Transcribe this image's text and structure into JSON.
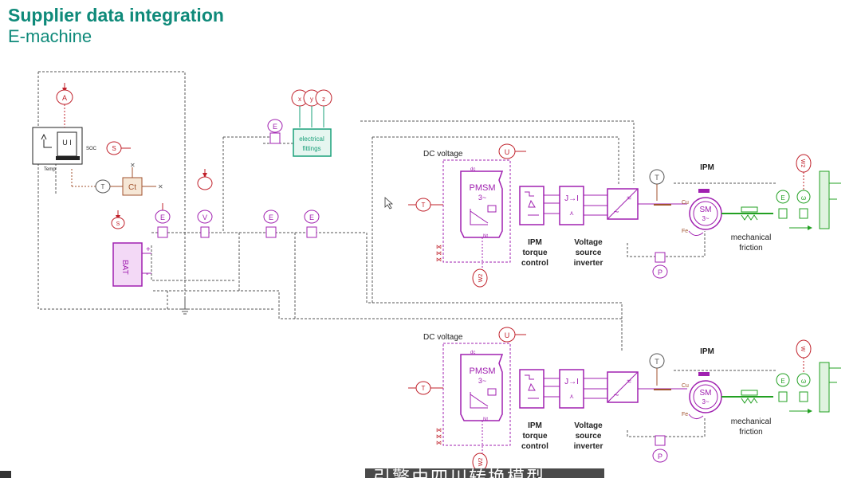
{
  "slide": {
    "title": "Supplier data integration",
    "subtitle": "E-machine"
  },
  "colors": {
    "title": "#0f8a7a",
    "electrical": "#a020b0",
    "control": "#c0202a",
    "mechanical": "#22a022",
    "thermal": "#a0522d",
    "fittings": "#1aa07a",
    "wire": "#555555"
  },
  "schematic": {
    "battery_label": "BAT",
    "battery_plus": "+",
    "battery_minus": "-",
    "soc_label": "SOC",
    "temp_label": "Temp",
    "battery_icon_letters": "U I",
    "ct_label": "Ct",
    "electrical_fittings_label_1": "electrical",
    "electrical_fittings_label_2": "fittings",
    "sensor_e": "E",
    "sensor_v": "V",
    "sensor_a": "A",
    "sensor_s": "S",
    "sensor_t": "T",
    "sensor_u": "U",
    "sensor_p": "P",
    "sensor_w": "W",
    "sensor_omega": "ω",
    "sensor_x": "x",
    "sensor_y": "y",
    "sensor_z": "z",
    "sensor_nt": "NT",
    "sensor_w2": "W2",
    "sensor_w_rot": "W",
    "drives": [
      {
        "dc_voltage": "DC voltage",
        "pmsm": "PMSM",
        "pmsm_sub": "3~",
        "dc_node": "dc",
        "nt_node": "Nt",
        "ipm_ctrl_1": "IPM",
        "ipm_ctrl_2": "torque",
        "ipm_ctrl_3": "control",
        "vsi_1": "Voltage",
        "vsi_2": "source",
        "vsi_3": "inverter",
        "inverter_dc_symbol": "=",
        "inverter_ac_symbol": "~",
        "ipm_title": "IPM",
        "sm": "SM",
        "sm_sub": "3~",
        "cu": "Cu",
        "fe": "Fe",
        "mech_1": "mechanical",
        "mech_2": "friction"
      },
      {
        "dc_voltage": "DC voltage",
        "pmsm": "PMSM",
        "pmsm_sub": "3~",
        "dc_node": "dc",
        "nt_node": "Nt",
        "ipm_ctrl_1": "IPM",
        "ipm_ctrl_2": "torque",
        "ipm_ctrl_3": "control",
        "vsi_1": "Voltage",
        "vsi_2": "source",
        "vsi_3": "inverter",
        "inverter_dc_symbol": "=",
        "inverter_ac_symbol": "~",
        "ipm_title": "IPM",
        "sm": "SM",
        "sm_sub": "3~",
        "cu": "Cu",
        "fe": "Fe",
        "mech_1": "mechanical",
        "mech_2": "friction"
      }
    ]
  },
  "caption": {
    "text": "引擎由四川转换模型"
  }
}
